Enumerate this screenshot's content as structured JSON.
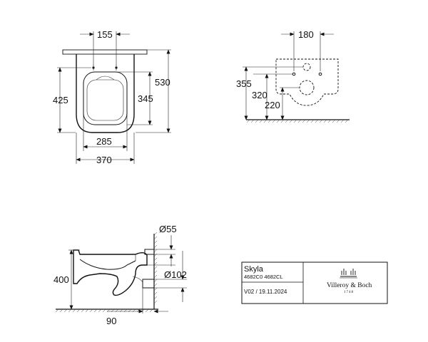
{
  "top_view": {
    "dim_top_width": "155",
    "dim_height_total": "530",
    "dim_height_left": "425",
    "dim_height_seat": "345",
    "dim_width_inner": "285",
    "dim_width_outer": "370"
  },
  "front_view": {
    "dim_top_width": "180",
    "dim_height_355": "355",
    "dim_height_320": "320",
    "dim_height_220": "220"
  },
  "side_view": {
    "dim_outlet_small": "Ø55",
    "dim_outlet_large": "Ø102",
    "dim_height": "400",
    "dim_wall_offset": "90"
  },
  "title_block": {
    "product_name": "Skyla",
    "article_numbers": "4682C0  4682CL",
    "version": "V02 / 19.11.2024",
    "brand": "Villeroy & Boch",
    "brand_year": "1748"
  }
}
